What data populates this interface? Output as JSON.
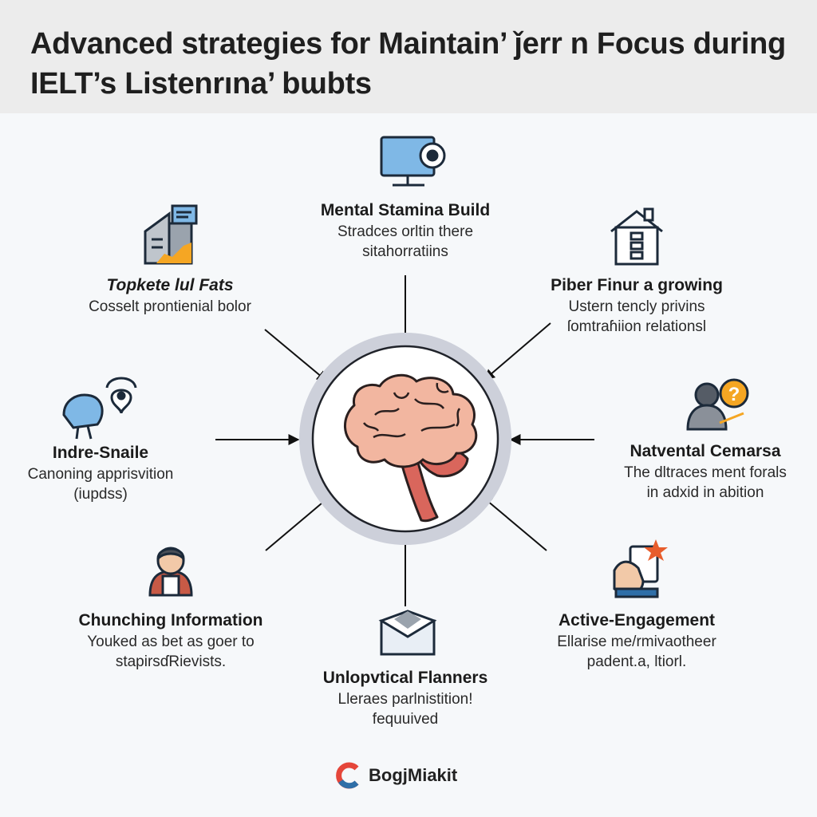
{
  "header": {
    "title_line1": "Advanced strategies for Maintain’ ǰerr n Focus during",
    "title_line2": "IELT’s Listenrına’ bɯbts"
  },
  "center": {
    "icon": "brain-icon"
  },
  "strategies": [
    {
      "id": "top",
      "icon": "monitor-gear-icon",
      "title": "Mental Stamina Build",
      "desc": [
        "Stradces orltin there",
        "sitahorratiins"
      ]
    },
    {
      "id": "top-right",
      "icon": "house-icon",
      "title": "Piber Finur a growing",
      "desc": [
        "Ustern tencly privins",
        "ſomtraɦiion relationsl"
      ]
    },
    {
      "id": "right",
      "icon": "question-person-icon",
      "title": "Natvental Cemarsa",
      "desc": [
        "The dltraces ment forals",
        "in adxid in abition"
      ]
    },
    {
      "id": "bottom-right",
      "icon": "hand-phone-star-icon",
      "title": "Active-Engagement",
      "desc": [
        "Ellarise me/rmivaotheer",
        "padent.a, ltiorl."
      ]
    },
    {
      "id": "bottom",
      "icon": "envelope-icon",
      "title": "Unlopvtical Flanners",
      "desc": [
        "Lleraes parlnistition!",
        "fequuived"
      ]
    },
    {
      "id": "bottom-left",
      "icon": "person-icon",
      "title": "Chunching Information",
      "desc": [
        "Youked as bet as goer to",
        "stapirsɗRievists."
      ]
    },
    {
      "id": "left",
      "icon": "bird-bulb-icon",
      "title": "Indre-Snaile",
      "desc": [
        "Canoning apprisvition",
        "(iupdss)"
      ]
    },
    {
      "id": "top-left",
      "icon": "building-chart-icon",
      "title": "Topkete lul Fats",
      "desc": [
        "Cosselt prontienial bolor"
      ]
    }
  ],
  "brand": {
    "name": "BogjMiakit",
    "icon": "brand-c-logo-icon"
  },
  "colors": {
    "accent_blue": "#7fb8e6",
    "accent_orange": "#f5a623",
    "brain_pink": "#f2b6a0",
    "ring_gray": "#c9ccd6"
  }
}
